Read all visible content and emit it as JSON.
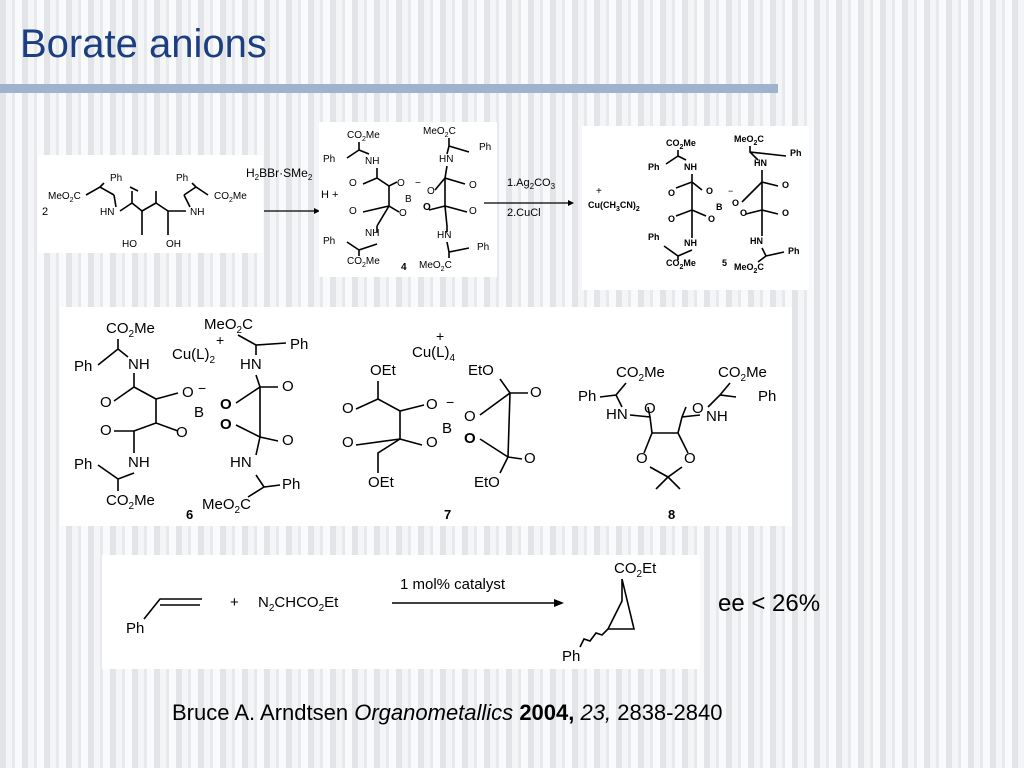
{
  "slide": {
    "title": "Borate anions"
  },
  "scheme1": {
    "reactant": {
      "coefficient": "2",
      "ester_left": "MeO2C",
      "ester_right": "CO2Me",
      "ph_left": "Ph",
      "ph_right": "Ph",
      "nh_left": "HN",
      "nh_right": "NH",
      "oh_left": "HO",
      "oh_right": "OH"
    },
    "reagent1": "H2BBr·SMe2",
    "intermediate": {
      "counter_ion": "H +",
      "number": "4"
    },
    "reagent2_step1": "1.Ag2CO3",
    "reagent2_step2": "2.CuCl",
    "product": {
      "counter_ion": "Cu(CH3CN)2",
      "number": "5"
    }
  },
  "compounds": {
    "c6": {
      "number": "6",
      "counter_ion": "Cu(L)2"
    },
    "c7": {
      "number": "7",
      "counter_ion": "Cu(L)4"
    },
    "c8": {
      "number": "8"
    }
  },
  "reaction": {
    "alkene_label": "Ph",
    "plus": "+",
    "diazo": "N2CHCO2Et",
    "arrow_label": "1 mol% catalyst",
    "product_ester": "CO2Et",
    "product_ph": "Ph",
    "result": "ee < 26%"
  },
  "citation": {
    "author": "Bruce A. Arndtsen",
    "journal": "Organometallics",
    "year": "2004,",
    "volume": "23,",
    "pages": "2838-2840"
  }
}
